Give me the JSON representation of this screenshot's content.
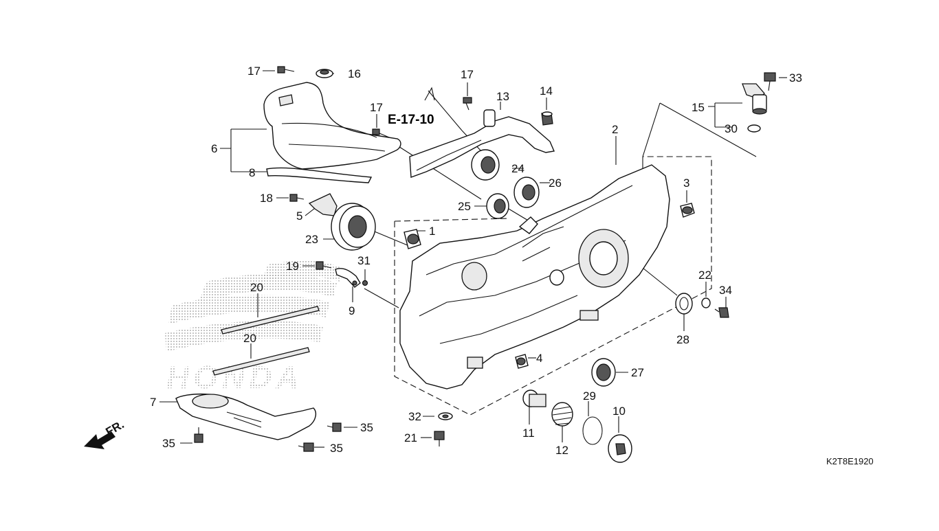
{
  "diagram": {
    "reference_tag": "E-17-10",
    "drawing_code": "K2T8E1920",
    "direction_label": "FR.",
    "watermark": "HONDA",
    "callouts": [
      {
        "id": "c1",
        "label": "1"
      },
      {
        "id": "c2",
        "label": "2"
      },
      {
        "id": "c3",
        "label": "3"
      },
      {
        "id": "c4",
        "label": "4"
      },
      {
        "id": "c5",
        "label": "5"
      },
      {
        "id": "c6",
        "label": "6"
      },
      {
        "id": "c7",
        "label": "7"
      },
      {
        "id": "c8",
        "label": "8"
      },
      {
        "id": "c9",
        "label": "9"
      },
      {
        "id": "c10",
        "label": "10"
      },
      {
        "id": "c11",
        "label": "11"
      },
      {
        "id": "c12",
        "label": "12"
      },
      {
        "id": "c13",
        "label": "13"
      },
      {
        "id": "c14",
        "label": "14"
      },
      {
        "id": "c15",
        "label": "15"
      },
      {
        "id": "c16",
        "label": "16"
      },
      {
        "id": "c17a",
        "label": "17"
      },
      {
        "id": "c17b",
        "label": "17"
      },
      {
        "id": "c17c",
        "label": "17"
      },
      {
        "id": "c18",
        "label": "18"
      },
      {
        "id": "c19",
        "label": "19"
      },
      {
        "id": "c20a",
        "label": "20"
      },
      {
        "id": "c20b",
        "label": "20"
      },
      {
        "id": "c21",
        "label": "21"
      },
      {
        "id": "c22",
        "label": "22"
      },
      {
        "id": "c23",
        "label": "23"
      },
      {
        "id": "c24",
        "label": "24"
      },
      {
        "id": "c25",
        "label": "25"
      },
      {
        "id": "c26",
        "label": "26"
      },
      {
        "id": "c27",
        "label": "27"
      },
      {
        "id": "c28",
        "label": "28"
      },
      {
        "id": "c29",
        "label": "29"
      },
      {
        "id": "c30",
        "label": "30"
      },
      {
        "id": "c31",
        "label": "31"
      },
      {
        "id": "c32",
        "label": "32"
      },
      {
        "id": "c33",
        "label": "33"
      },
      {
        "id": "c34",
        "label": "34"
      },
      {
        "id": "c35a",
        "label": "35"
      },
      {
        "id": "c35b",
        "label": "35"
      },
      {
        "id": "c35c",
        "label": "35"
      }
    ]
  }
}
